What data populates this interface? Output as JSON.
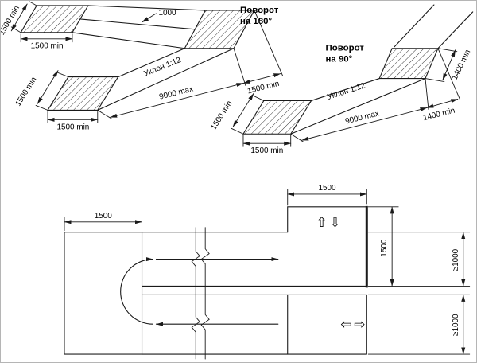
{
  "figure_180": {
    "title_line1": "Поворот",
    "title_line2": "на 180°",
    "dim_side_top": "1500 min",
    "dim_width_top": "1500 min",
    "dim_flight_gap": "1000",
    "slope_label": "Уклон 1:12",
    "dim_side_bottom": "1500 min",
    "dim_width_bottom": "1500 min",
    "dim_ramp_length": "9000 max",
    "dim_landing_depth": "1500 min"
  },
  "figure_90": {
    "title_line1": "Поворот",
    "title_line2": "на 90°",
    "dim_upper_width": "1400 min",
    "slope_label": "Уклон 1:12",
    "dim_side_bottom": "1500 min",
    "dim_width_bottom": "1500 min",
    "dim_ramp_length": "9000 max",
    "dim_landing_depth": "1400 min"
  },
  "plan": {
    "dim_turn_pad_width": "1500",
    "dim_landing_width": "1500",
    "dim_landing_depth": "1500",
    "dim_upper_ramp_width": "≥1000",
    "dim_lower_ramp_width": "≥1000",
    "icons": {
      "up": "⇧",
      "down": "⇩",
      "left": "⇦",
      "right": "⇨"
    }
  }
}
